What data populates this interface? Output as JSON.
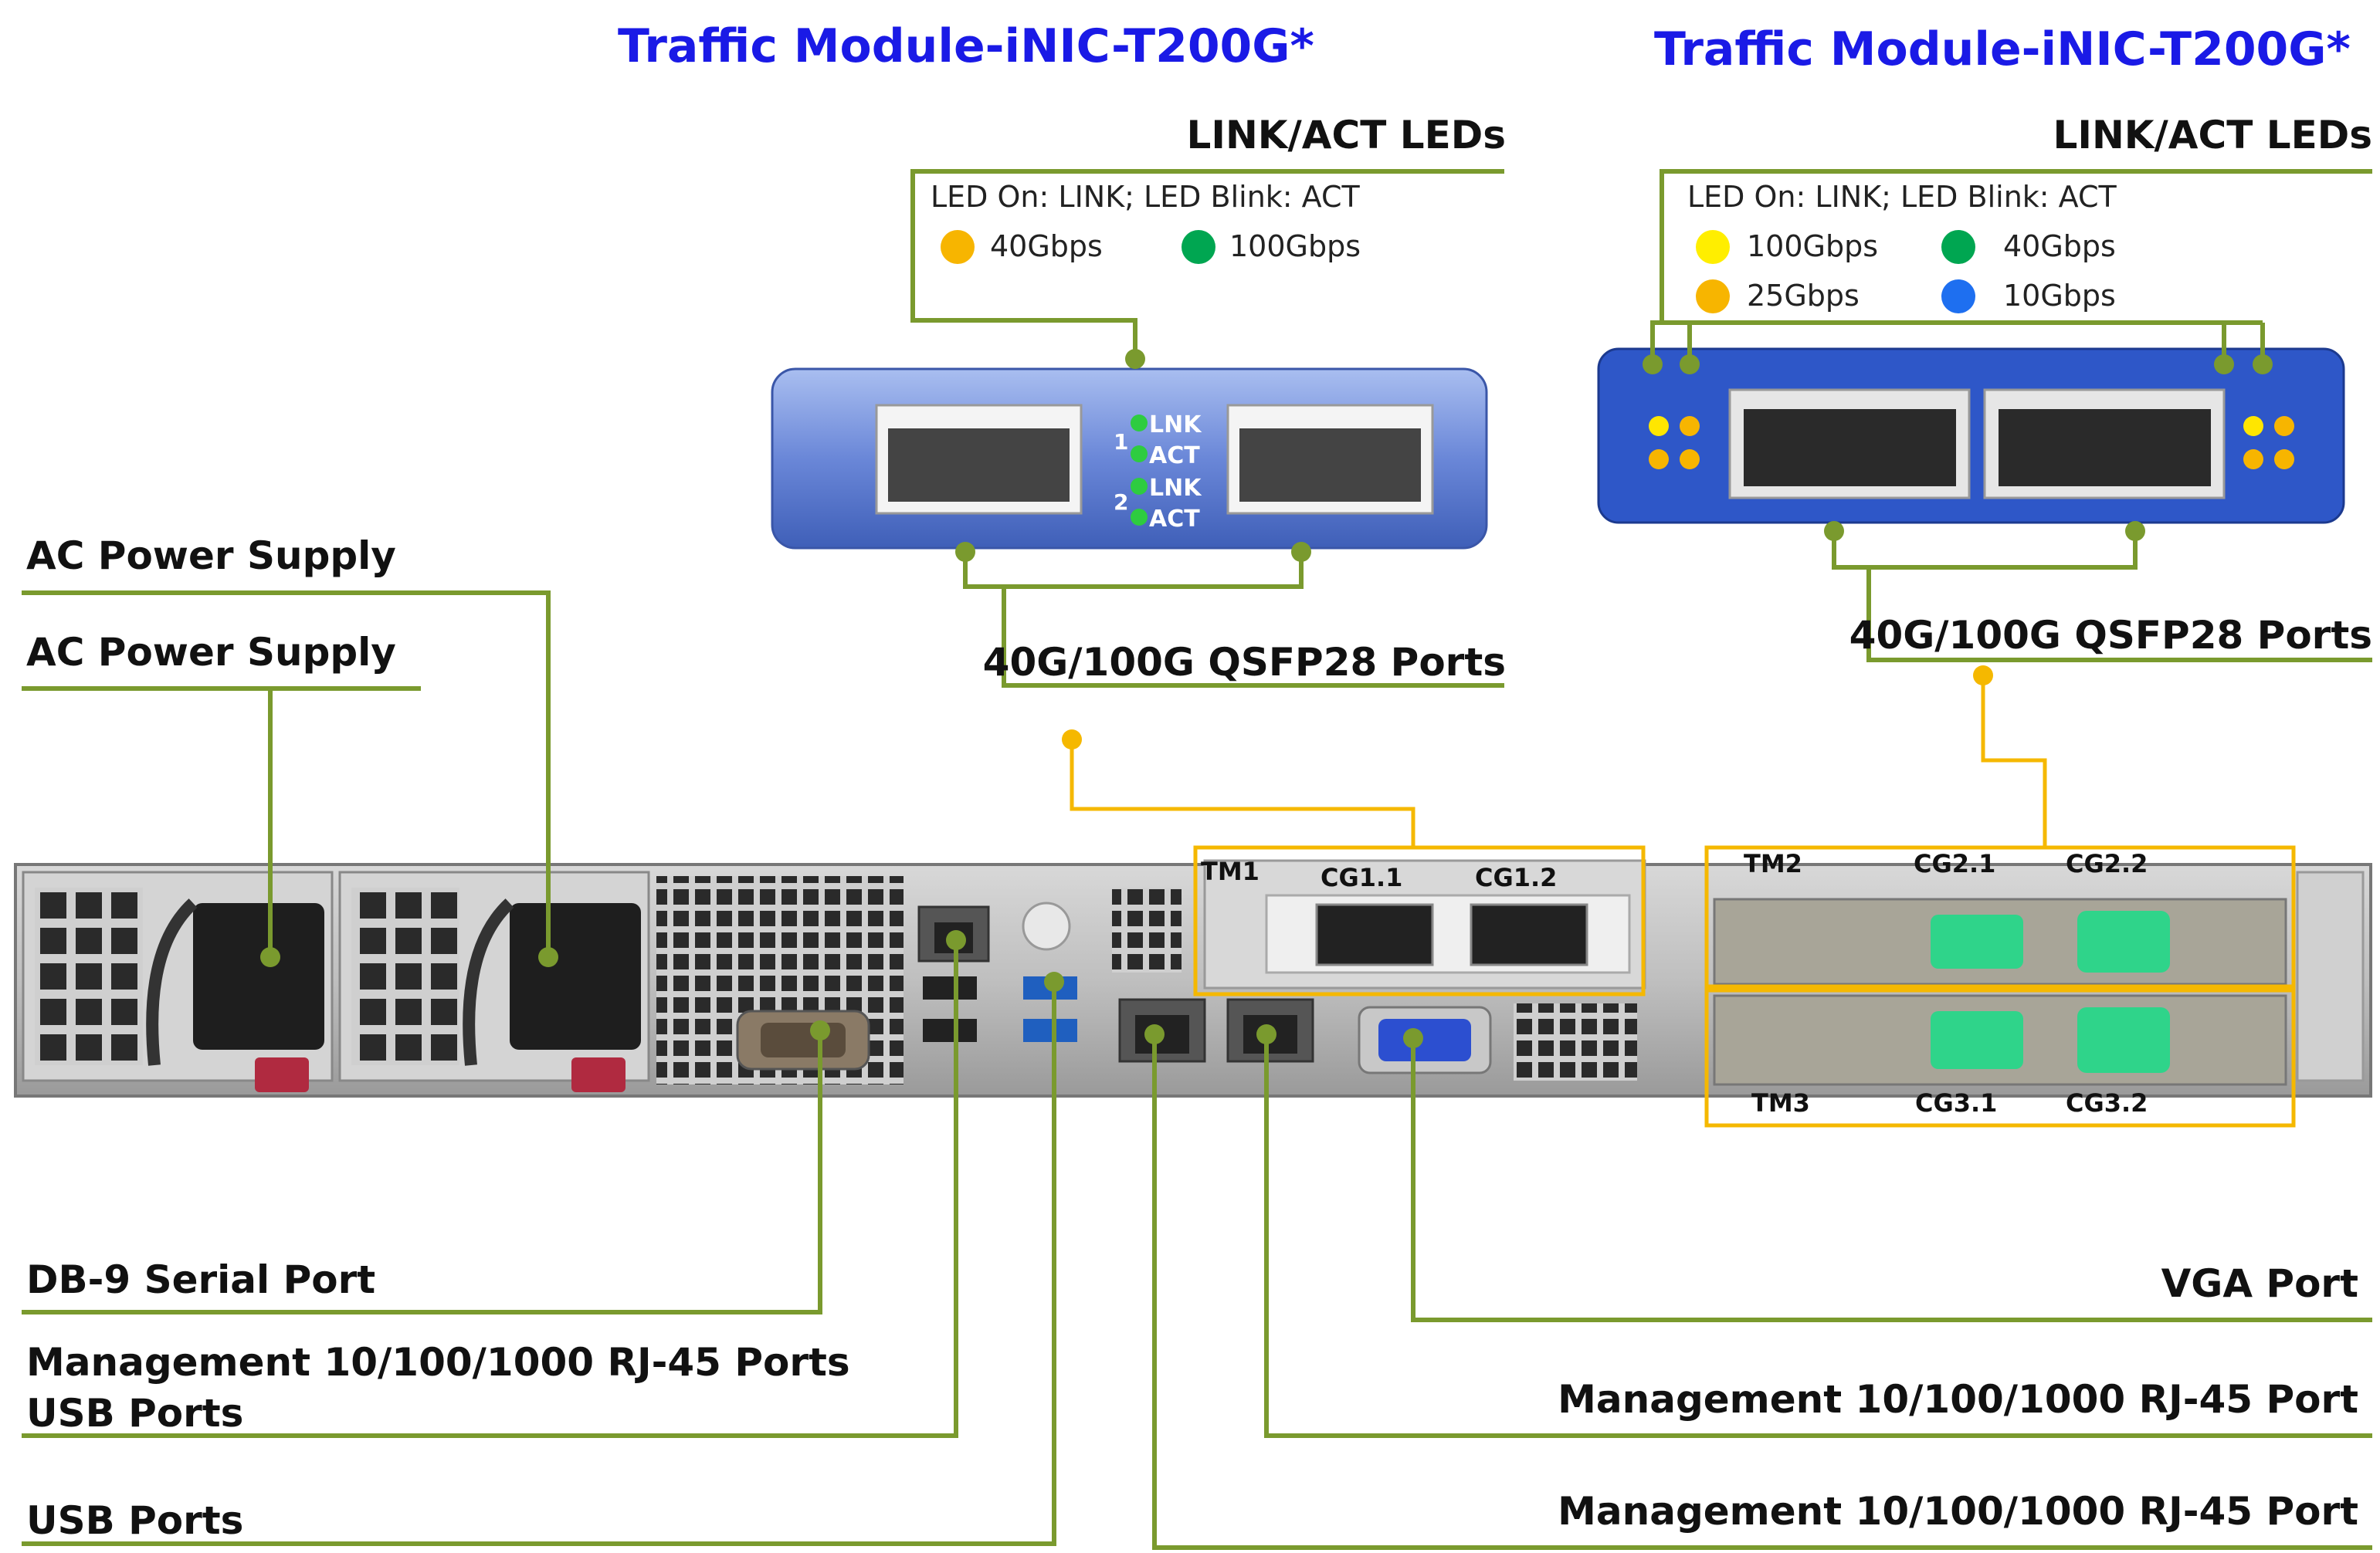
{
  "modules": [
    {
      "title": "Traffic Module-iNIC-T200G*",
      "leds_label": "LINK/ACT LEDs",
      "led_note": "LED On: LINK; LED Blink: ACT",
      "legend": [
        {
          "label": "40Gbps",
          "color": "#f7b500"
        },
        {
          "label": "100Gbps",
          "color": "#00a651"
        }
      ],
      "ports_label": "40G/100G QSFP28 Ports",
      "port_leds": {
        "row1": "1",
        "row2": "2",
        "link": "LNK",
        "act": "ACT"
      }
    },
    {
      "title": "Traffic Module-iNIC-T200G*",
      "leds_label": "LINK/ACT LEDs",
      "led_note": "LED On: LINK; LED Blink: ACT",
      "legend": [
        {
          "label": "100Gbps",
          "color": "#ffee00"
        },
        {
          "label": "40Gbps",
          "color": "#00a651"
        },
        {
          "label": "25Gbps",
          "color": "#f7b500"
        },
        {
          "label": "10Gbps",
          "color": "#1e6ff0"
        }
      ],
      "ports_label": "40G/100G QSFP28 Ports"
    }
  ],
  "left_labels": {
    "psu1": "AC Power Supply",
    "psu2": "AC Power Supply",
    "serial": "DB-9 Serial Port",
    "mgmt_usb_line1": "Management 10/100/1000 RJ-45 Ports",
    "mgmt_usb_line2": "USB Ports",
    "usb": "USB Ports"
  },
  "right_labels": {
    "vga": "VGA Port",
    "mgmt1": "Management 10/100/1000 RJ-45 Port",
    "mgmt2": "Management 10/100/1000 RJ-45 Port"
  },
  "slots": {
    "tm1": "TM1",
    "cg11": "CG1.1",
    "cg12": "CG1.2",
    "tm2": "TM2",
    "cg21": "CG2.1",
    "cg22": "CG2.2",
    "tm3": "TM3",
    "cg31": "CG3.1",
    "cg32": "CG3.2"
  },
  "colors": {
    "callout_green": "#7a9a2e",
    "slot_yellow": "#f5b800",
    "title_blue": "#1a1ae6"
  }
}
